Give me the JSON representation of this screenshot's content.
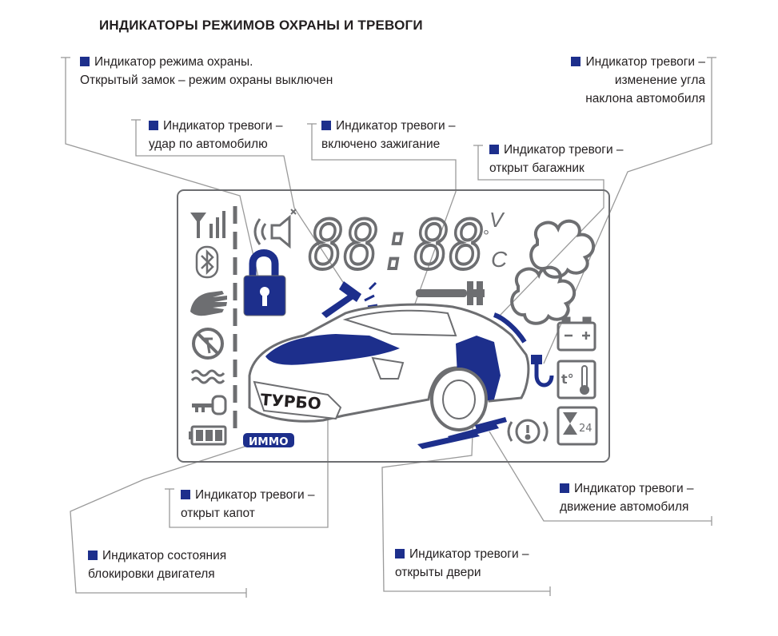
{
  "title": "ИНДИКАТОРЫ РЕЖИМОВ ОХРАНЫ И ТРЕВОГИ",
  "callouts": {
    "guard_mode": {
      "line1": "Индикатор режима охраны.",
      "line2": "Открытый замок – режим охраны выключен"
    },
    "shock": {
      "line1": "Индикатор тревоги –",
      "line2": "удар по автомобилю"
    },
    "ignition": {
      "line1": "Индикатор тревоги –",
      "line2": "включено зажигание"
    },
    "trunk": {
      "line1": "Индикатор тревоги –",
      "line2": "открыт багажник"
    },
    "tilt": {
      "line1": "Индикатор тревоги –",
      "line2": "изменение угла",
      "line3": "наклона автомобиля"
    },
    "hood": {
      "line1": "Индикатор тревоги –",
      "line2": "открыт капот"
    },
    "motion": {
      "line1": "Индикатор тревоги –",
      "line2": "движение автомобиля"
    },
    "immobilizer": {
      "line1": "Индикатор  состояния",
      "line2": "блокировки двигателя"
    },
    "doors": {
      "line1": "Индикатор тревоги –",
      "line2": "открыты двери"
    }
  },
  "display": {
    "clock": "88:88",
    "unit_v": "V",
    "unit_c": "C",
    "turbo": "ТУРБО",
    "immo": "ИММО",
    "timer_hours": "24",
    "temp_symbol": "t°"
  },
  "colors": {
    "accent_blue": "#1d2f8c",
    "lcd_grey": "#6d6e71",
    "line_grey": "#9a9a9a"
  }
}
